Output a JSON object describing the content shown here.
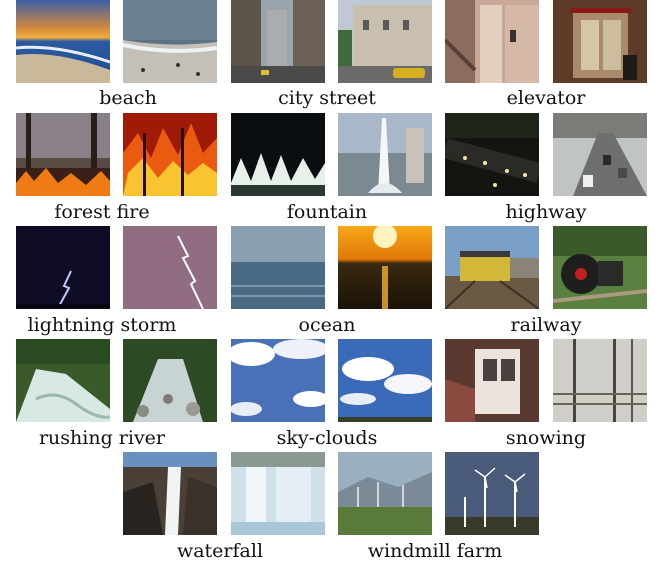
{
  "categories": [
    {
      "label": "beach"
    },
    {
      "label": "city street"
    },
    {
      "label": "elevator"
    },
    {
      "label": "forest fire"
    },
    {
      "label": "fountain"
    },
    {
      "label": "highway"
    },
    {
      "label": "lightning storm"
    },
    {
      "label": "ocean"
    },
    {
      "label": "railway"
    },
    {
      "label": "rushing river"
    },
    {
      "label": "sky-clouds"
    },
    {
      "label": "snowing"
    },
    {
      "label": "waterfall"
    },
    {
      "label": "windmill farm"
    }
  ]
}
